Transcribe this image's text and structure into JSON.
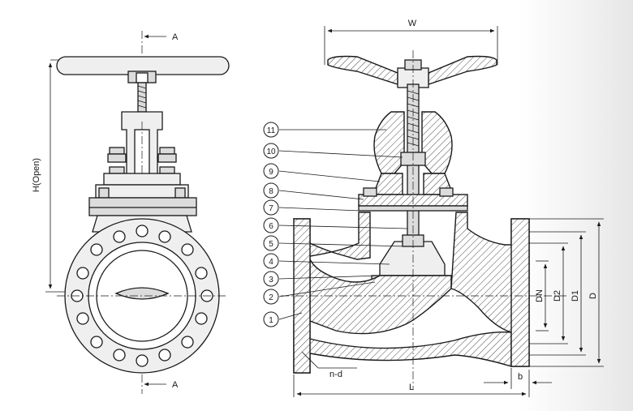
{
  "section_markers": {
    "top": "A",
    "bottom": "A"
  },
  "dimensions": {
    "height_open": "H(Open)",
    "handwheel_width": "W",
    "length": "L",
    "nominal": "DN",
    "d2": "D2",
    "d1": "D1",
    "d": "D",
    "flange_thickness": "b",
    "bolt_holes": "n-d"
  },
  "part_numbers": [
    "11",
    "10",
    "9",
    "8",
    "7",
    "6",
    "5",
    "4",
    "3",
    "2",
    "1"
  ],
  "colors": {
    "line": "#1a1a1a",
    "fill": "#dcdcdc",
    "background_fade": "#e6e6e6"
  }
}
